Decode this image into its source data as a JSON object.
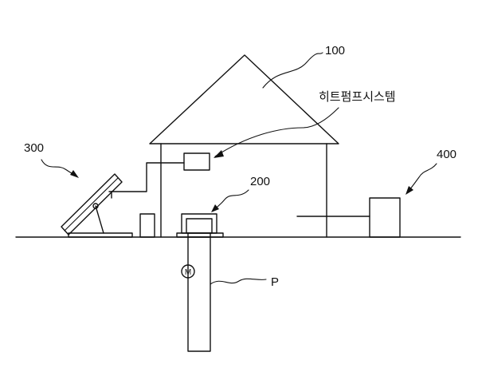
{
  "labels": {
    "house": "100",
    "heat_pump_system": "히트펌프시스템",
    "solar": "300",
    "unit_200": "200",
    "unit_400": "400",
    "pipe": "P",
    "motor": "M"
  }
}
